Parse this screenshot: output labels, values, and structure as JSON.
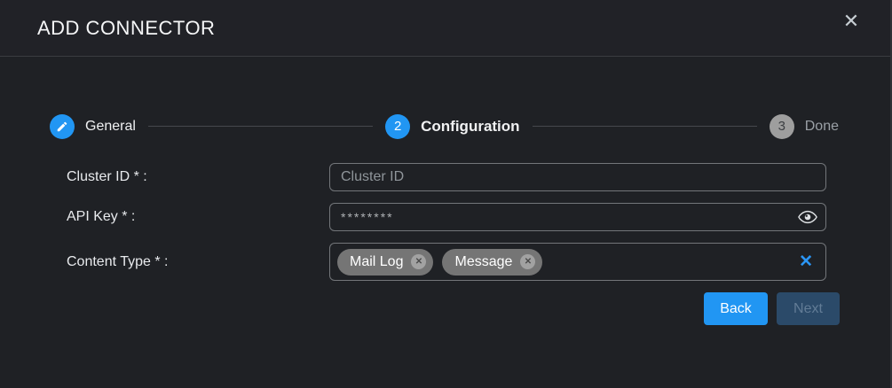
{
  "header": {
    "title": "ADD CONNECTOR",
    "close_glyph": "✕"
  },
  "stepper": {
    "steps": [
      {
        "label": "General"
      },
      {
        "label": "Configuration",
        "number": "2"
      },
      {
        "label": "Done",
        "number": "3"
      }
    ]
  },
  "form": {
    "cluster_id": {
      "label": "Cluster ID * :",
      "placeholder": "Cluster ID",
      "value": ""
    },
    "api_key": {
      "label": "API Key * :",
      "value": "********"
    },
    "content_type": {
      "label": "Content Type * :",
      "chips": [
        {
          "label": "Mail Log",
          "remove_glyph": "✕"
        },
        {
          "label": "Message",
          "remove_glyph": "✕"
        }
      ],
      "clear_glyph": "✕"
    }
  },
  "footer": {
    "back_label": "Back",
    "next_label": "Next"
  },
  "colors": {
    "accent": "#2196f3",
    "background": "#1f2125",
    "header_background": "#212227",
    "chip_background": "#757575",
    "pending_step": "#9e9e9e",
    "next_disabled_background": "#2b4a69",
    "input_border": "#73767a"
  }
}
